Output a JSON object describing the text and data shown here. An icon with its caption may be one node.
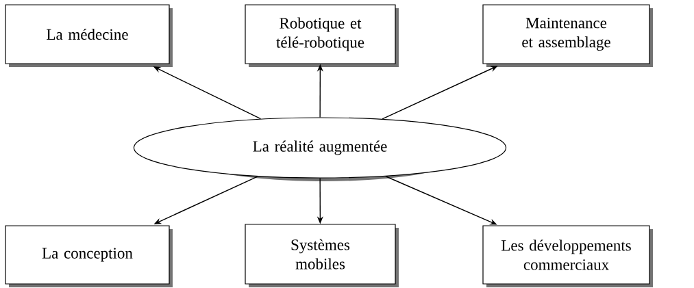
{
  "diagram": {
    "nodes": [
      {
        "text": [
          "La réalité augmentée"
        ]
      },
      {
        "text": [
          "La médecine"
        ]
      },
      {
        "text": [
          "Robotique et télé-robotique"
        ]
      },
      {
        "text": [
          "Maintenance et assemblage"
        ]
      },
      {
        "text": [
          "La conception"
        ]
      },
      {
        "text": [
          "Systèmes mobiles"
        ]
      },
      {
        "text": [
          "Les développements commerciaux"
        ]
      }
    ],
    "edges": [
      {
        "from": 0,
        "to": 1,
        "arrow": "to"
      },
      {
        "from": 0,
        "to": 2,
        "arrow": "to"
      },
      {
        "from": 0,
        "to": 3,
        "arrow": "to"
      },
      {
        "from": 0,
        "to": 4,
        "arrow": "to"
      },
      {
        "from": 0,
        "to": 5,
        "arrow": "to"
      },
      {
        "from": 0,
        "to": 6,
        "arrow": "to"
      }
    ]
  }
}
